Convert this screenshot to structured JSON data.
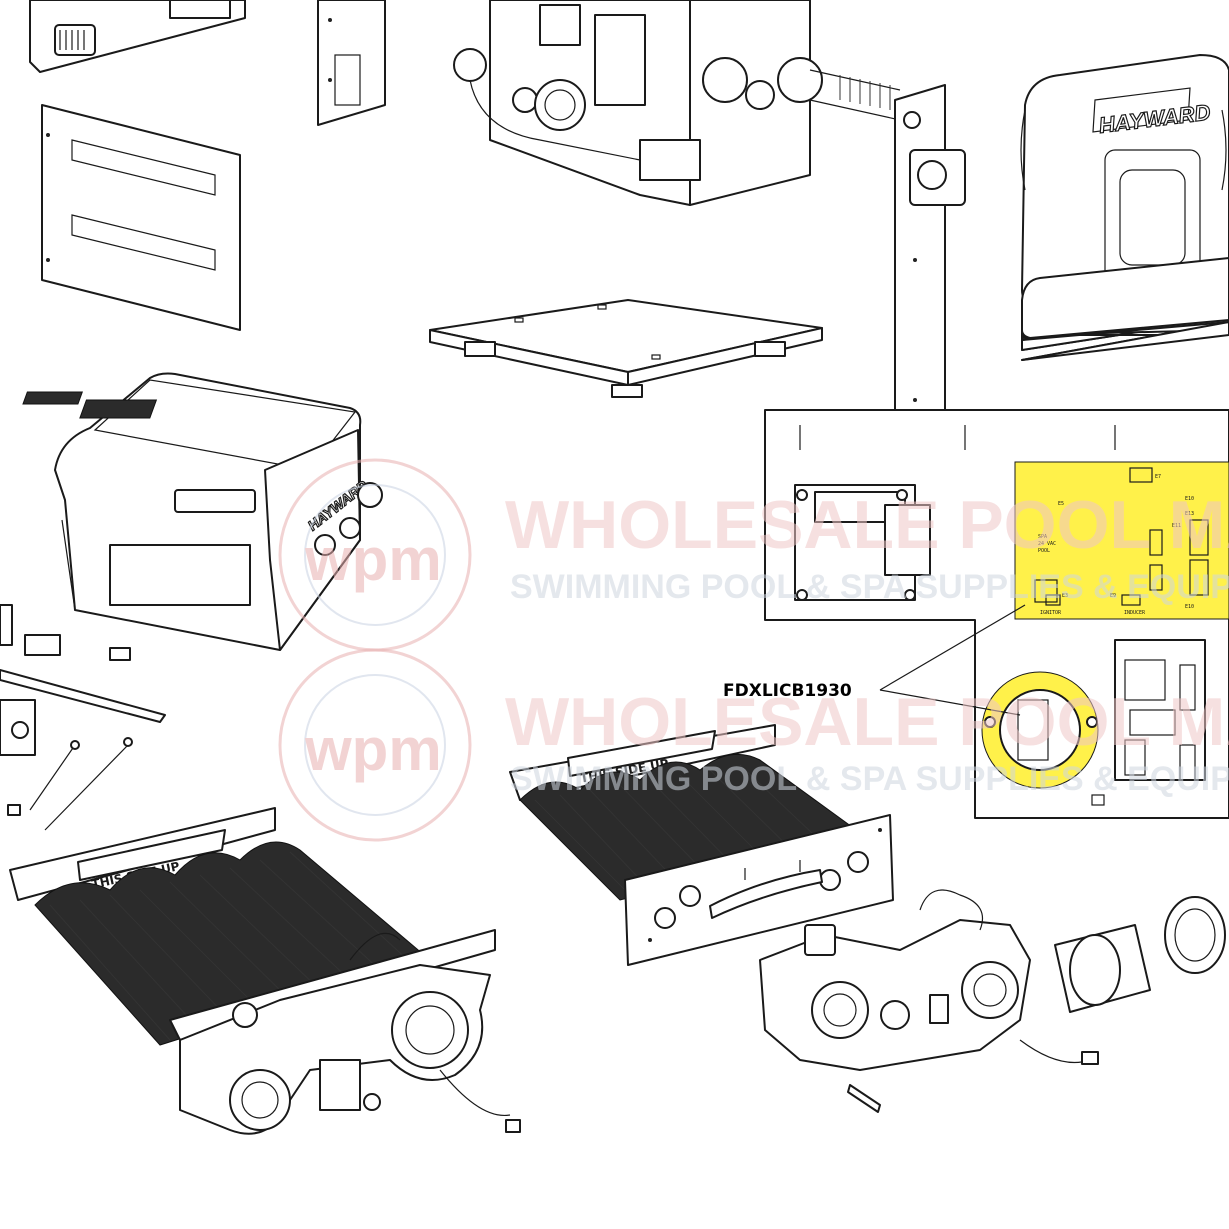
{
  "diagram": {
    "part_callout": "FDXLICB1930",
    "brand_mark": "HAYWARD",
    "orientation_stamp": "THIS SIDE UP",
    "highlight_color": "#fff14a",
    "board_labels": [
      "SPA",
      "24 VAC",
      "POOL",
      "IGNITOR",
      "INDUCER",
      "E7",
      "E10",
      "E11",
      "E13",
      "E3",
      "E5",
      "E9",
      "E10"
    ]
  },
  "watermark": {
    "line1": "WHOLESALE POOL MART",
    "line2": "SWIMMING POOL & SPA SUPPLIES & EQUIPMENT",
    "logo_letters": "wpm",
    "color_main": "#f2c9c9",
    "color_sub": "#d7dde6"
  }
}
